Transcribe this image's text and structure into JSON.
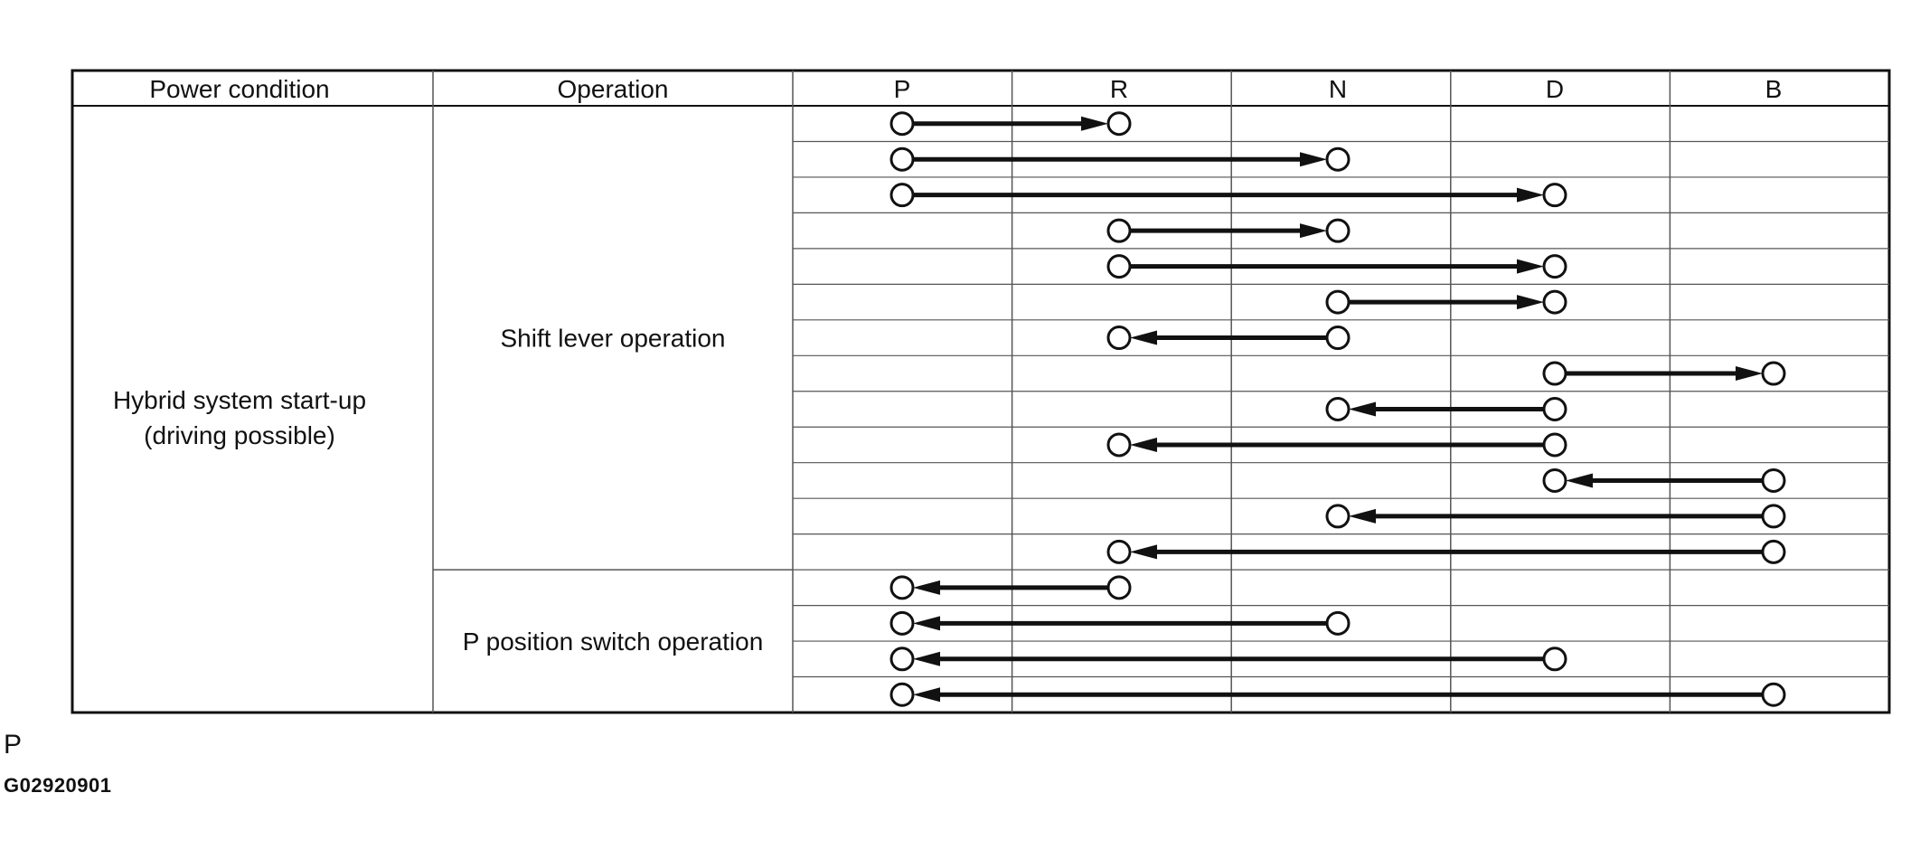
{
  "table": {
    "headers": {
      "power_condition": "Power condition",
      "operation": "Operation",
      "positions": [
        "P",
        "R",
        "N",
        "D",
        "B"
      ]
    },
    "power_condition": {
      "line1": "Hybrid system start-up",
      "line2": "(driving possible)"
    },
    "groups": [
      {
        "label": "Shift lever operation",
        "transitions": [
          {
            "from": "P",
            "to": "R"
          },
          {
            "from": "P",
            "to": "N"
          },
          {
            "from": "P",
            "to": "D"
          },
          {
            "from": "R",
            "to": "N"
          },
          {
            "from": "R",
            "to": "D"
          },
          {
            "from": "N",
            "to": "D"
          },
          {
            "from": "N",
            "to": "R"
          },
          {
            "from": "D",
            "to": "B"
          },
          {
            "from": "D",
            "to": "N"
          },
          {
            "from": "D",
            "to": "R"
          },
          {
            "from": "B",
            "to": "D"
          },
          {
            "from": "B",
            "to": "N"
          },
          {
            "from": "B",
            "to": "R"
          }
        ]
      },
      {
        "label": "P position switch operation",
        "transitions": [
          {
            "from": "R",
            "to": "P"
          },
          {
            "from": "N",
            "to": "P"
          },
          {
            "from": "D",
            "to": "P"
          },
          {
            "from": "B",
            "to": "P"
          }
        ]
      }
    ]
  },
  "footnote": "P",
  "figure_code": "G02920901",
  "colors": {
    "line": "#111111",
    "grid": "#555555",
    "background": "#ffffff"
  }
}
